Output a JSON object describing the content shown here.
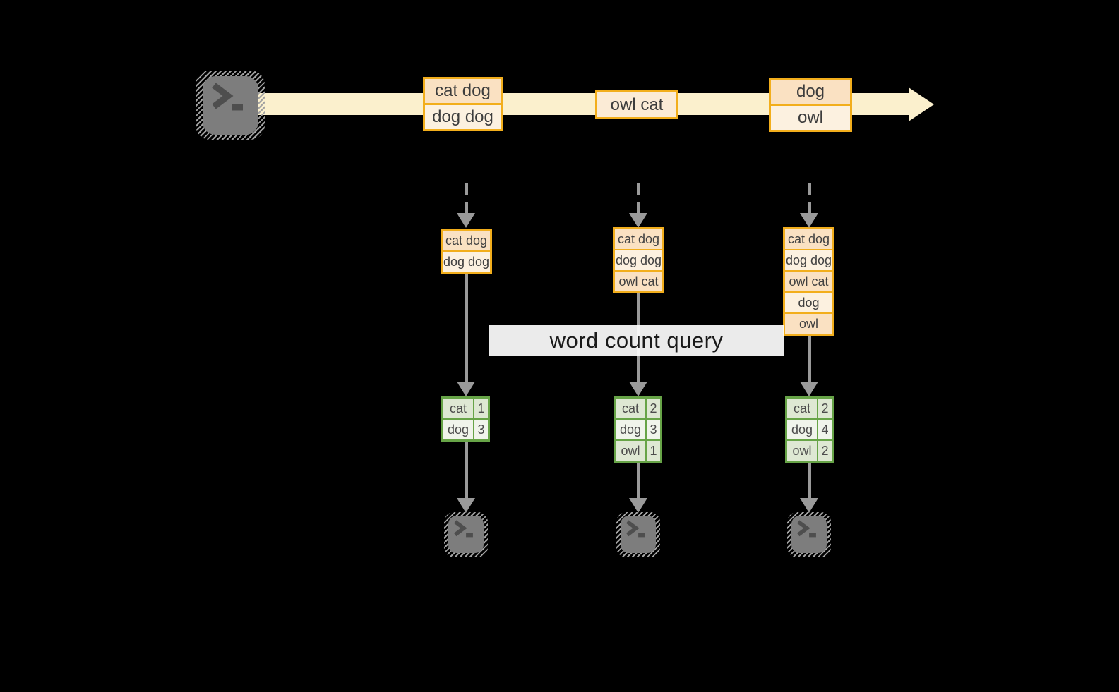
{
  "query_label": "word count query",
  "stream": {
    "events": [
      {
        "rows": [
          "cat dog",
          "dog dog"
        ]
      },
      {
        "rows": [
          "owl cat"
        ]
      },
      {
        "rows": [
          "dog",
          "owl"
        ]
      }
    ]
  },
  "micro_batches": [
    {
      "records": [
        "cat dog",
        "dog dog"
      ],
      "counts": [
        {
          "word": "cat",
          "n": "1"
        },
        {
          "word": "dog",
          "n": "3"
        }
      ]
    },
    {
      "records": [
        "cat dog",
        "dog dog",
        "owl cat"
      ],
      "counts": [
        {
          "word": "cat",
          "n": "2"
        },
        {
          "word": "dog",
          "n": "3"
        },
        {
          "word": "owl",
          "n": "1"
        }
      ]
    },
    {
      "records": [
        "cat dog",
        "dog dog",
        "owl cat",
        "dog",
        "owl"
      ],
      "counts": [
        {
          "word": "cat",
          "n": "2"
        },
        {
          "word": "dog",
          "n": "4"
        },
        {
          "word": "owl",
          "n": "2"
        }
      ]
    }
  ],
  "icons": {
    "source": "terminal-prompt",
    "sinks": [
      "terminal-prompt",
      "terminal-prompt",
      "terminal-prompt"
    ]
  },
  "colors": {
    "background": "#000000",
    "stream_band": "#FBF0CD",
    "accent_orange": "#F2AE1C",
    "fill_peach": "#FAE1C2",
    "fill_cream": "#FCF1E0",
    "accent_green": "#67A447",
    "fill_green": "#DEE8D3",
    "fill_green_light": "#F0F4EB",
    "arrow_gray": "#9A9A9A",
    "label_bg": "#FFFFFF"
  }
}
